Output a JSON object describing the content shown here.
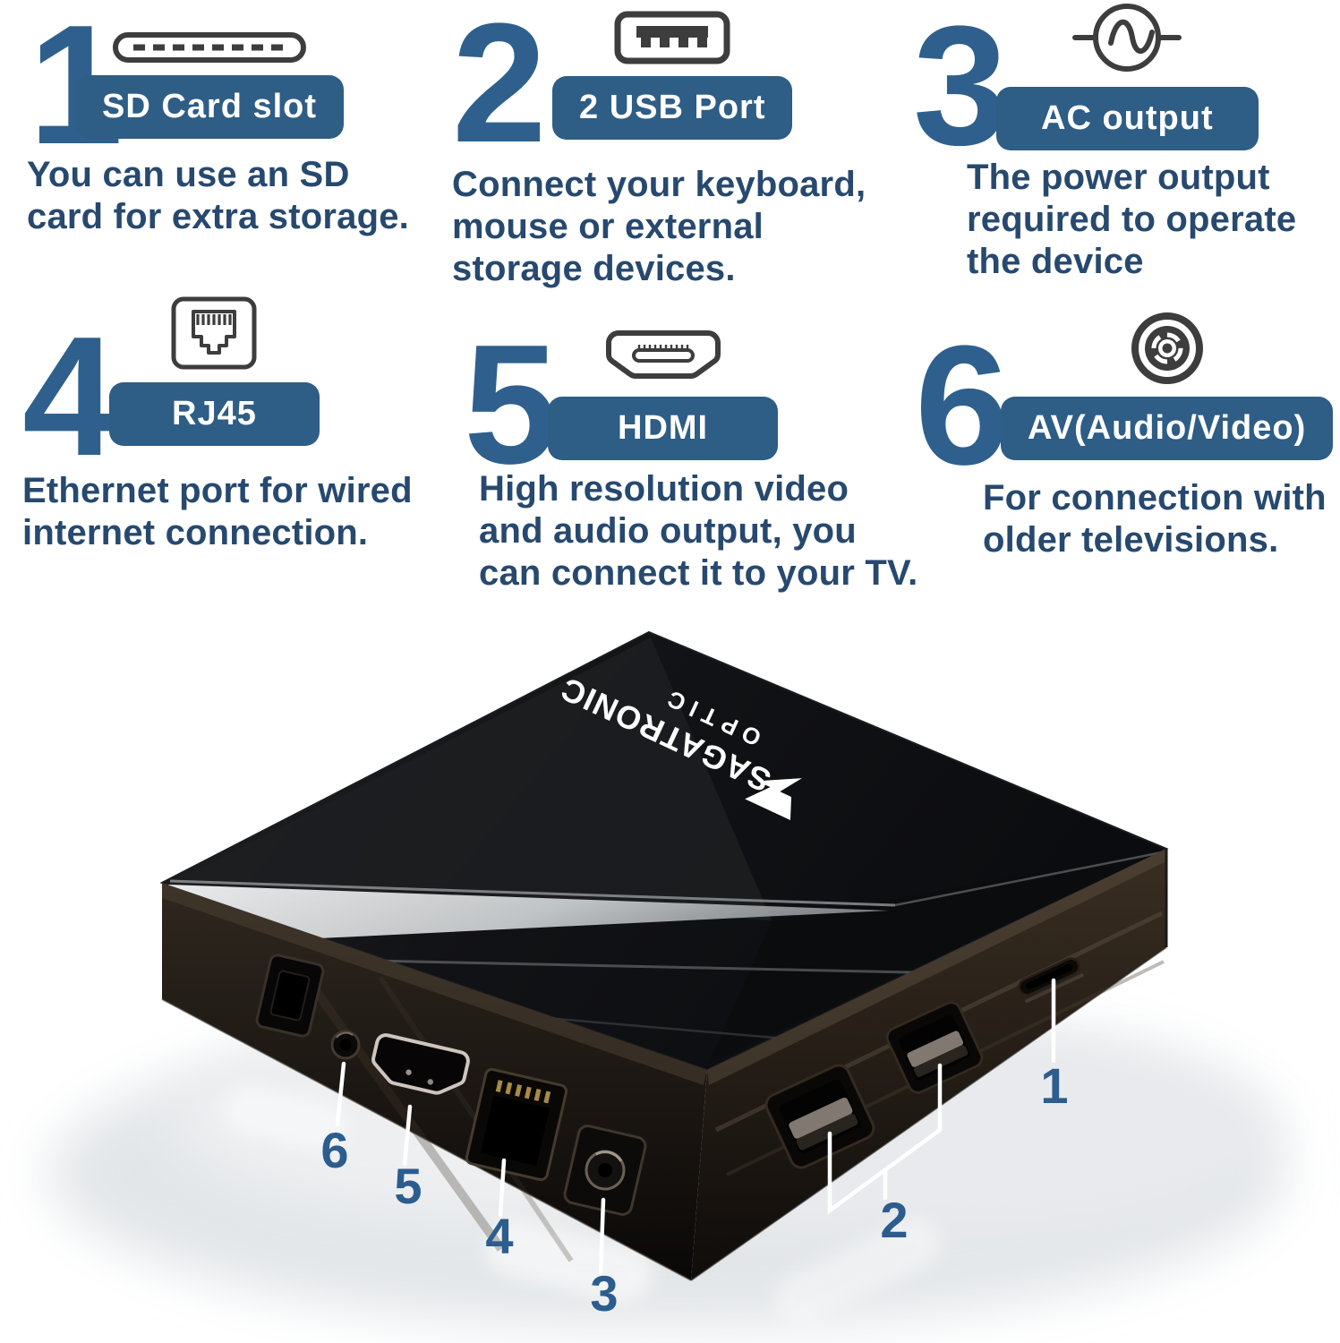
{
  "page": {
    "background": "#ffffff"
  },
  "colors": {
    "number_blue": "#2f608d",
    "pill_background": "#2e5d86",
    "pill_text": "#ffffff",
    "description_text": "#27496f",
    "icon_gray": "#3d3d3d",
    "callout_blue": "#2d5c8e",
    "device_body": "#0d0d10",
    "leader_line": "#ffffff"
  },
  "features": [
    {
      "number": "1",
      "label": "SD Card slot",
      "icon": "sd-card-slot-icon",
      "lines": [
        "You can use an SD",
        "card for extra storage."
      ]
    },
    {
      "number": "2",
      "label": "2 USB Port",
      "icon": "usb-port-icon",
      "lines": [
        "Connect your keyboard,",
        "mouse or external",
        "storage devices."
      ]
    },
    {
      "number": "3",
      "label": "AC output",
      "icon": "ac-power-icon",
      "lines": [
        "The power output",
        "required to operate",
        "the device"
      ]
    },
    {
      "number": "4",
      "label": "RJ45",
      "icon": "rj45-ethernet-icon",
      "lines": [
        "Ethernet port for wired",
        "internet connection."
      ]
    },
    {
      "number": "5",
      "label": "HDMI",
      "icon": "hdmi-icon",
      "lines": [
        "High resolution video",
        "and audio output, you",
        "can connect it to your TV."
      ]
    },
    {
      "number": "6",
      "label": "AV(Audio/Video)",
      "icon": "av-jack-icon",
      "lines": [
        "For connection with",
        "older televisions."
      ]
    }
  ],
  "device": {
    "brand": "SAGATRONIC",
    "brand_sub": "OPTIC",
    "callouts": {
      "sd_card": "1",
      "usb": "2",
      "dc_power": "3",
      "rj45": "4",
      "hdmi": "5",
      "av": "6"
    }
  }
}
